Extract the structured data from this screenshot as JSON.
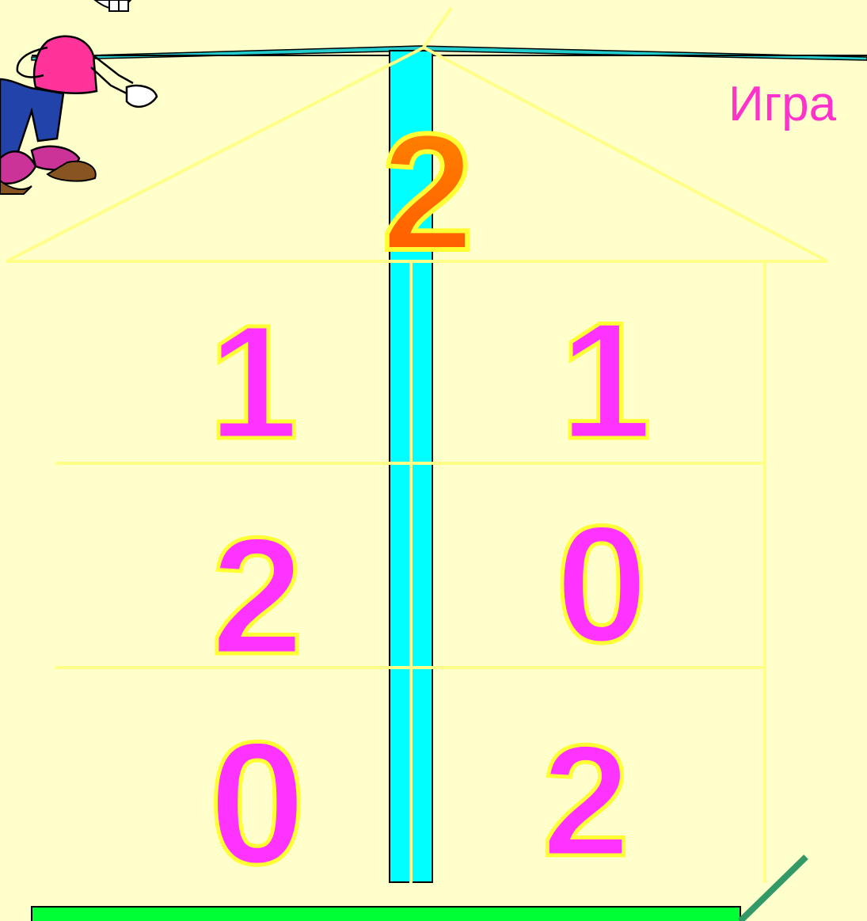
{
  "title": "Игра",
  "roof_number": "2",
  "rows": [
    {
      "left": "1",
      "right": "1"
    },
    {
      "left": "2",
      "right": "0"
    },
    {
      "left": "0",
      "right": "2"
    }
  ],
  "colors": {
    "background": "#ffffcc",
    "house_lines": "#ffff88",
    "pillar": "#00ffff",
    "digit_fill": "#ff33ff",
    "roof_digit_fill": "#ff6600",
    "digit_outline": "#ffff33",
    "title": "#ff33cc",
    "base": "#00ff33",
    "check": "#339966"
  }
}
